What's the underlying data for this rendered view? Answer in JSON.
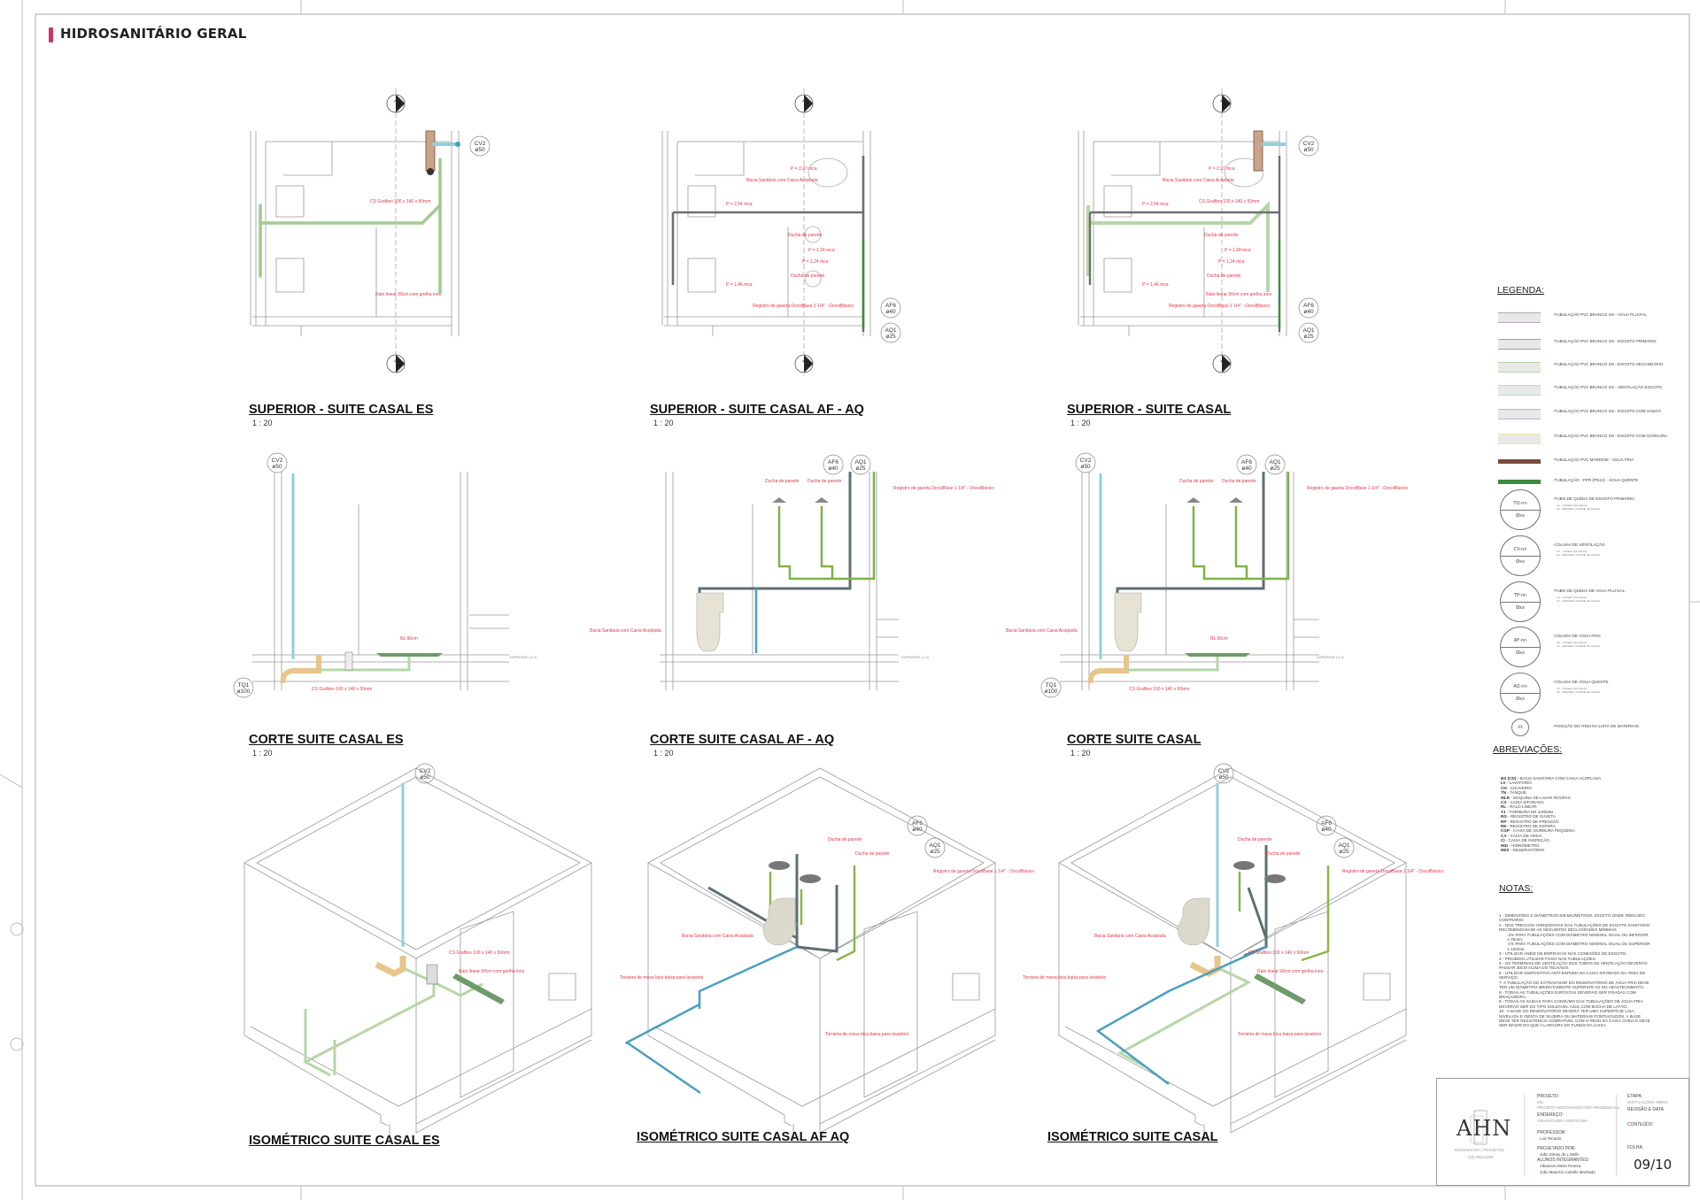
{
  "sheet": {
    "title": "HIDROSANITÁRIO GERAL",
    "accent": "#c8376a"
  },
  "views": [
    {
      "title": "SUPERIOR - SUITE CASAL ES",
      "scale": "1 : 20",
      "labels": [
        "CS Grafitex 100 x 140 x 50mm",
        "Ralo linear 90cm com grelha inox"
      ],
      "tags": [
        {
          "id": "CV2",
          "d": "ø50"
        }
      ],
      "section_mark": "4"
    },
    {
      "title": "SUPERIOR - SUITE CASAL AF - AQ",
      "scale": "1 : 20",
      "labels": [
        "P = 2,37 mca",
        "Bacia Sanitária com Caixa Acoplada",
        "P = 2,54 mca",
        "Ducha de parede",
        "P = 1,24 mca",
        "P = 1,24 mca",
        "Ducha de parede",
        "P = 1,46 mca",
        "Registro de gaveta DocolBase 1 1/4\" - DocolBásico"
      ],
      "tags": [
        {
          "id": "AF6",
          "d": "ø40"
        },
        {
          "id": "AQ1",
          "d": "ø25"
        }
      ],
      "section_mark": "4"
    },
    {
      "title": "SUPERIOR - SUITE CASAL",
      "scale": "1 : 20",
      "labels": [
        "P = 2,37 mca",
        "Bacia Sanitária com Caixa Acoplada",
        "P = 2,54 mca",
        "CS Grafitex 100 x 140 x 50mm",
        "Ducha de parede",
        "P = 1,24 mca",
        "P = 1,24 mca",
        "Ducha de parede",
        "P = 1,46 mca",
        "Ralo linear 90cm com grelha inox",
        "Registro de gaveta DocolBase 1 1/4\" - DocolBásico"
      ],
      "tags": [
        {
          "id": "CV2",
          "d": "ø50"
        },
        {
          "id": "AF6",
          "d": "ø40"
        },
        {
          "id": "AQ1",
          "d": "ø25"
        }
      ],
      "section_mark": "4"
    },
    {
      "title": "CORTE SUITE CASAL ES",
      "scale": "1 : 20",
      "labels": [
        "RL 90cm",
        "CS Grafitex 100 x 140 x 50mm",
        "SUPERIOR | 3 m"
      ],
      "tags": [
        {
          "id": "CV2",
          "d": "ø50"
        },
        {
          "id": "TQ1",
          "d": "ø100"
        }
      ]
    },
    {
      "title": "CORTE SUITE CASAL AF - AQ",
      "scale": "1 : 20",
      "labels": [
        "Ducha de parede",
        "Ducha de parede",
        "Registro de gaveta DocolBase 1 1/4\" - DocolBásico",
        "Bacia Sanitária com Caixa Acoplada",
        "SUPERIOR | 3 m"
      ],
      "tags": [
        {
          "id": "AF6",
          "d": "ø40"
        },
        {
          "id": "AQ1",
          "d": "ø25"
        }
      ]
    },
    {
      "title": "CORTE SUITE CASAL",
      "scale": "1 : 20",
      "labels": [
        "Ducha de parede",
        "Ducha de parede",
        "Registro de gaveta DocolBase 1 1/4\" - DocolBásico",
        "Bacia Sanitária com Caixa Acoplada",
        "RL 90cm",
        "CS Grafitex 100 x 140 x 50mm",
        "SUPERIOR | 3 m"
      ],
      "tags": [
        {
          "id": "CV2",
          "d": "ø50"
        },
        {
          "id": "AF6",
          "d": "ø40"
        },
        {
          "id": "AQ1",
          "d": "ø25"
        },
        {
          "id": "TQ1",
          "d": "ø100"
        }
      ]
    },
    {
      "title": "ISOMÉTRICO SUITE CASAL ES",
      "labels": [
        "CS Grafitex 100 x 140 x 50mm",
        "Ralo linear 90cm com grelha inox"
      ],
      "tags": [
        {
          "id": "CV2",
          "d": "ø50"
        }
      ]
    },
    {
      "title": "ISOMÉTRICO SUITE CASAL AF AQ",
      "labels": [
        "Ducha de parede",
        "Ducha de parede",
        "Registro de gaveta DocolBase 1 1/4\" - DocolBásico",
        "Bacia Sanitária com Caixa Acoplada",
        "Torneira de mesa bica baixa para lavatório",
        "Torneira de mesa bica baixa para lavatório"
      ],
      "tags": [
        {
          "id": "AF6",
          "d": "ø40"
        },
        {
          "id": "AQ1",
          "d": "ø25"
        }
      ]
    },
    {
      "title": "ISOMÉTRICO SUITE CASAL",
      "labels": [
        "Ducha de parede",
        "Ducha de parede",
        "Registro de gaveta DocolBase 1 1/4\" - DocolBásico",
        "Bacia Sanitária com Caixa Acoplada",
        "Torneira de mesa bica baixa para lavatório",
        "Torneira de mesa bica baixa para lavatório",
        "CS Grafitex 100 x 140 x 50mm",
        "Ralo linear 90cm com grelha inox"
      ],
      "tags": [
        {
          "id": "CV2",
          "d": "ø50"
        },
        {
          "id": "AF6",
          "d": "ø40"
        },
        {
          "id": "AQ1",
          "d": "ø25"
        }
      ]
    }
  ],
  "legend": {
    "title": "LEGENDA:",
    "lines": [
      {
        "label": "-TUBULAÇÃO PVC BRANCO SN - ÁGUA PLUVIAL",
        "color": "#b9a3b8"
      },
      {
        "label": "-TUBULAÇÃO PVC BRANCO SN - ESGOTO PRIMÁRIO",
        "color": "#a09a96"
      },
      {
        "label": "-TUBULAÇÃO PVC BRANCO SN - ESGOTO SECUNDÁRIO",
        "color": "#b6d6a8"
      },
      {
        "label": "-TUBULAÇÃO PVC BRANCO SN - VENTILAÇÃO ESGOTO",
        "color": "#b4dbe3"
      },
      {
        "label": "-TUBULAÇÃO PVC BRANCO SN - ESGOTO COM SABÃO",
        "color": "#b8b4c8"
      },
      {
        "label": "-TUBULAÇÃO PVC BRANCO SN - ESGOTO COM GORDURA",
        "color": "#efe39a"
      },
      {
        "label": "-TUBULAÇÃO PVC MARROM - ÁGUA FRIA",
        "color": "#7a4a3a"
      },
      {
        "label": "-TUBULAÇÃO - PPR (PN12) - ÁGUA QUENTE",
        "color": "#3e8a3e"
      }
    ],
    "columns": [
      {
        "top": "TQ-nn",
        "bottom": "Øxx",
        "label": "-TUBO DE QUEDA DE ESGOTO PRIMÁRIO"
      },
      {
        "top": "CV-nn",
        "bottom": "Øxx",
        "label": "-COLUNA DE VENTILAÇÃO"
      },
      {
        "top": "TP-nn",
        "bottom": "Øxx",
        "label": "-TUBO DE QUEDA DE ÁGUA PLUVIAL"
      },
      {
        "top": "AF-nn",
        "bottom": "Øxx",
        "label": "-COLUNA DE ÁGUA FRIA"
      },
      {
        "top": "AQ-nn",
        "bottom": "Øxx",
        "label": "-COLUNA DE ÁGUA QUENTE"
      }
    ],
    "column_sub": [
      "nn - número da coluna",
      "xx - diâmetro nominal da coluna"
    ],
    "item": {
      "tag": "XX",
      "label": "-POSIÇÃO DO ITEM NA LISTA DE MATERIAIS"
    }
  },
  "abbreviations": {
    "title": "ABREVIAÇÕES:",
    "items": [
      {
        "k": "BS (CD)",
        "v": " - BACIA SANITÁRIA COM CAIXA ACOPLADA"
      },
      {
        "k": "LV",
        "v": " - LAVATÓRIO"
      },
      {
        "k": "CH",
        "v": " - CHUVEIRO"
      },
      {
        "k": "TN",
        "v": " - TANQUE"
      },
      {
        "k": "MLR",
        "v": " - MÁQUINA DE LAVAR ROUPAS"
      },
      {
        "k": "CS",
        "v": " - CAIXA SIFONADA"
      },
      {
        "k": "RL",
        "v": " - RALO LINEAR"
      },
      {
        "k": "TJ",
        "v": " - TORNEIRA DE JARDIM"
      },
      {
        "k": "RG",
        "v": " - REGISTRO DE GAVETA"
      },
      {
        "k": "RP",
        "v": " - REGISTRO DE PRESSÃO"
      },
      {
        "k": "RE",
        "v": " - REGISTRO DE ESFERA"
      },
      {
        "k": "CGP",
        "v": " - CAIXA DE GORDURA PEQUENA"
      },
      {
        "k": "CA",
        "v": " - CAIXA DE AREIA"
      },
      {
        "k": "CI",
        "v": " - CAIXA DE INSPEÇÃO"
      },
      {
        "k": "HID",
        "v": " - HIDRÔMETRO"
      },
      {
        "k": "RES",
        "v": " - RESERVATÓRIO"
      }
    ]
  },
  "notes": {
    "title": "NOTAS:",
    "items": [
      "1 - DIMENSÕES E DIÂMETROS EM MILÍMETROS, EXCETO ONDE INDICADO CONTRÁRIO.",
      "2 - NOS TRECHOS HORIZONTAIS DAS TUBULAÇÕES DE ESGOTO SANITÁRIO RECOMENDAM-SE AS SEGUINTES DECLIVIDADES MÍNIMAS:",
      "-2% PARA TUBULAÇÕES COM DIÂMETRO NOMINAL IGUAL OU INFERIOR A 75mm;",
      "-1% PARA TUBULAÇÕES COM DIÂMETRO NOMINAL IGUAL OU SUPERIOR A 100mm.",
      "3 - UTILIZAR ANÉIS DE BORRACHA NAS CONEXÕES DE ESGOTO.",
      "4 - PROIBIDO UTILIZAR FOGO NAS TUBULAÇÕES.",
      "5 - OS TERMINAIS DE VENTILAÇÃO DOS TUBOS DE VENTILAÇÃO DEVERÃO PASSAR 30CM ACIMA DO TELHADO.",
      "6 - UTILIZAR DISPOSITIVO ANTI-ESPUMA NA CAIXA SIFONADA DA ÁREA DE SERVIÇO.",
      "7- A TUBULAÇÃO DO EXTRAVASOR DO RESERVATÓRIO DE ÁGUA FRIA DEVE TER UM DIÂMETRO IMEDIATAMENTE SUPERIOR AO DO ABASTECIMENTO.",
      "8 - TODAS AS TUBULAÇÕES EXPOSTAS DEVERÃO SER FIXADAS COM BRAÇADEIRA.",
      "9 - TODAS AS SAÍDAS PARA CONSUMO DAS TUBULAÇÕES DE ÁGUA FRIA DEVERÃO SER DO TIPO SOLDÁVEL AZUL COM BUCHA DE LATÃO.",
      "10 - A BASE DO RESERVATÓRIO DEVERÁ TER UMA SUPERFÍCIE LISA, NIVELADA E ISENTA DE SUJEIRA OU MATERIAIS PONTIAGUDOS. A BASE DEVE TER RESISTÊNCIA COMPATÍVEL COM O PESO DA CAIXA CHEIA E DEVE SER MAIOR DO QUE A LARGURA DO FUNDO DA CAIXA."
    ]
  },
  "title_block": {
    "logo": "AHN",
    "company": "ENGENHARIA | PROJETOS",
    "phone": "(15) 98414284",
    "projeto_label": "PROJETO:",
    "projeto_code": "001",
    "projeto_name": "PROJETO HIDROSSANITÁRIO RESIDENCIAL",
    "endereco_label": "ENDEREÇO:",
    "endereco": "ANHANGUERA SOROCABA",
    "professor_label": "PROFESSOR:",
    "professor": "Luiz Ricardo",
    "projetado_label": "PROJETADO POR:",
    "projetado": "João Dimas de L Mello",
    "alunos_label": "ALUNOS INTEGRANTES:",
    "alunos": [
      "Albamere Meire Pereira",
      "João Mauricio Cobello Machado"
    ],
    "etapa_label": "ETAPA:",
    "etapa": "INSTALAÇÕES HIDRO",
    "revisao_label": "REVISÃO E DATA",
    "conteudo_label": "CONTEÚDO",
    "folha_label": "FOLHA:",
    "folha": "09/10"
  }
}
